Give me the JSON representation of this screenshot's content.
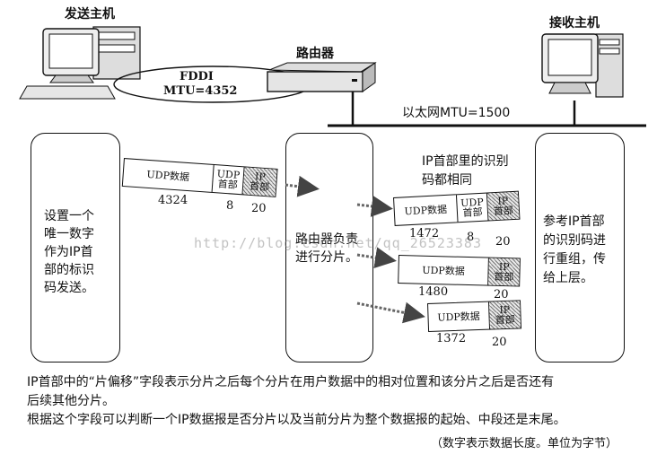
{
  "hosts": {
    "sender": "发送主机",
    "receiver": "接收主机",
    "router": "路由器"
  },
  "networks": {
    "fddi_name": "FDDI",
    "fddi_mtu": "MTU=4352",
    "ethernet": "以太网MTU=1500"
  },
  "left_box": [
    "设置一个",
    "唯一数字",
    "作为IP首",
    "部的标识",
    "码发送。"
  ],
  "middle_box": [
    "路由器负责",
    "进行分片。"
  ],
  "right_box": [
    "参考IP首部",
    "的识别码进",
    "行重组，传",
    "给上层。"
  ],
  "same_id_label": [
    "IP首部里的识别",
    "码都相同"
  ],
  "original_packet": {
    "data_label": "UDP数据",
    "udp_label": [
      "UDP",
      "首部"
    ],
    "ip_label": [
      "IP",
      "首部"
    ],
    "data_size": "4324",
    "udp_size": "8",
    "ip_size": "20"
  },
  "fragments": [
    {
      "data_label": "UDP数据",
      "udp_label": [
        "UDP",
        "首部"
      ],
      "ip_label": [
        "IP",
        "首部"
      ],
      "data_size": "1472",
      "udp_size": "8",
      "ip_size": "20"
    },
    {
      "data_label": "UDP数据",
      "ip_label": [
        "IP",
        "首部"
      ],
      "data_size": "1480",
      "ip_size": "20"
    },
    {
      "data_label": "UDP数据",
      "ip_label": [
        "IP",
        "首部"
      ],
      "data_size": "1372",
      "ip_size": "20"
    }
  ],
  "watermark": "http://blog.csdn.net/qq_26523383",
  "notes": [
    "IP首部中的“片偏移”字段表示分片之后每个分片在用户数据中的相对位置和该分片之后是否还有",
    "后续其他分片。",
    "根据这个字段可以判断一个IP数据报是否分片以及当前分片为整个数据报的起始、中段还是末尾。"
  ],
  "unit_note": "（数字表示数据长度。单位为字节）"
}
